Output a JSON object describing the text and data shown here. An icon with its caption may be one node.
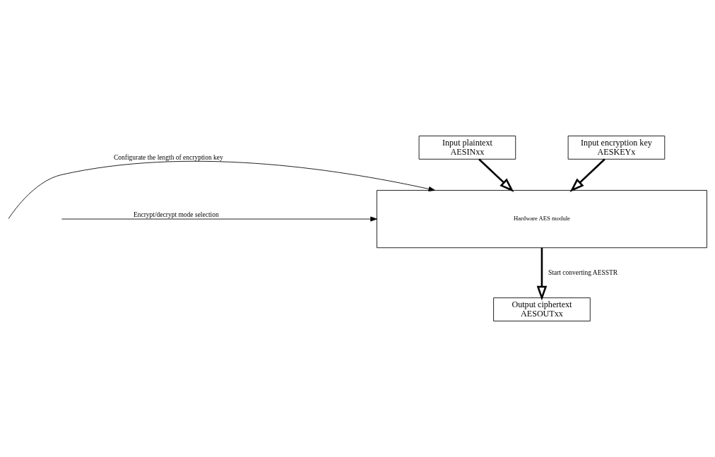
{
  "diagram": {
    "nodes": [
      {
        "text": [
          "Input plaintext",
          "AESINxx"
        ]
      },
      {
        "text": [
          "Input encryption key",
          "AESKEYx"
        ]
      },
      {
        "text": [
          "Hardware AES module"
        ]
      },
      {
        "text": [
          "Output ciphertext",
          "AESOUTxx"
        ]
      }
    ],
    "edges": [
      {
        "from": 0,
        "to": 2,
        "arrow": "to"
      },
      {
        "from": 1,
        "to": 2,
        "arrow": "to"
      },
      {
        "from": null,
        "to": 2,
        "arrow": "to",
        "label": "Configurate the length of encryption key"
      },
      {
        "from": null,
        "to": 2,
        "arrow": "to",
        "label": "Encrypt/decrypt mode selection"
      },
      {
        "from": 2,
        "to": 3,
        "arrow": "to",
        "label": "Start converting AESSTR"
      }
    ]
  }
}
